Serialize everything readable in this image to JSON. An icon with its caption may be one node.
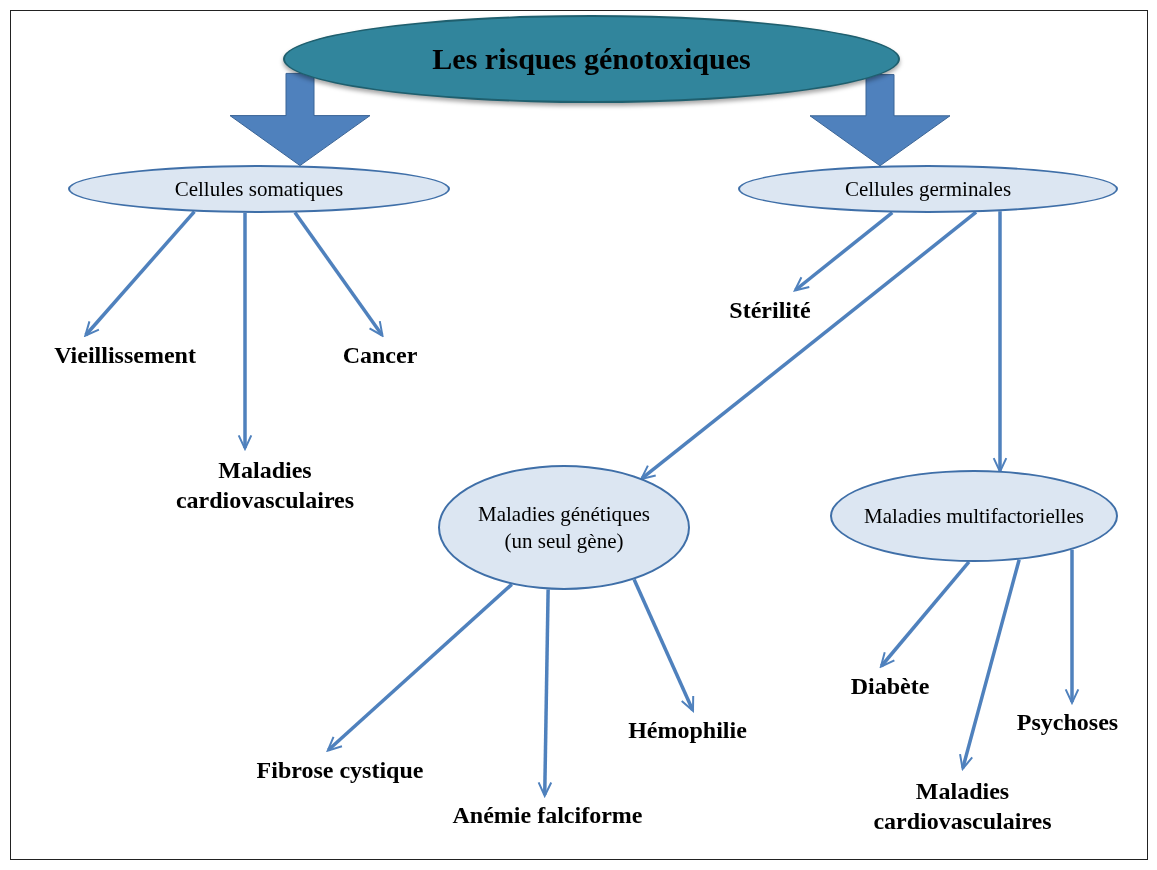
{
  "diagram": {
    "nodes": [
      {
        "text": [
          "Les risques génotoxiques"
        ]
      },
      {
        "text": [
          "Cellules somatiques"
        ]
      },
      {
        "text": [
          "Cellules germinales"
        ]
      },
      {
        "text": [
          "Vieillissement"
        ]
      },
      {
        "text": [
          "Cancer"
        ]
      },
      {
        "text": [
          "Maladies cardiovasculaires"
        ]
      },
      {
        "text": [
          "Stérilité"
        ]
      },
      {
        "text": [
          "Maladies génétiques (un seul gène)"
        ]
      },
      {
        "text": [
          "Maladies multifactorielles"
        ]
      },
      {
        "text": [
          "Fibrose cystique"
        ]
      },
      {
        "text": [
          "Anémie falciforme"
        ]
      },
      {
        "text": [
          "Hémophilie"
        ]
      },
      {
        "text": [
          "Diabète"
        ]
      },
      {
        "text": [
          "Psychoses"
        ]
      },
      {
        "text": [
          "Maladies cardiovasculaires"
        ]
      }
    ],
    "edges": [
      {
        "from": 0,
        "to": 1,
        "arrow": "to",
        "style": "thick"
      },
      {
        "from": 0,
        "to": 2,
        "arrow": "to",
        "style": "thick"
      },
      {
        "from": 1,
        "to": 3,
        "arrow": "to"
      },
      {
        "from": 1,
        "to": 5,
        "arrow": "to"
      },
      {
        "from": 1,
        "to": 4,
        "arrow": "to"
      },
      {
        "from": 2,
        "to": 6,
        "arrow": "to"
      },
      {
        "from": 2,
        "to": 7,
        "arrow": "to"
      },
      {
        "from": 2,
        "to": 8,
        "arrow": "to"
      },
      {
        "from": 7,
        "to": 9,
        "arrow": "to"
      },
      {
        "from": 7,
        "to": 10,
        "arrow": "to"
      },
      {
        "from": 7,
        "to": 11,
        "arrow": "to"
      },
      {
        "from": 8,
        "to": 12,
        "arrow": "to"
      },
      {
        "from": 8,
        "to": 14,
        "arrow": "to"
      },
      {
        "from": 8,
        "to": 13,
        "arrow": "to"
      }
    ]
  }
}
